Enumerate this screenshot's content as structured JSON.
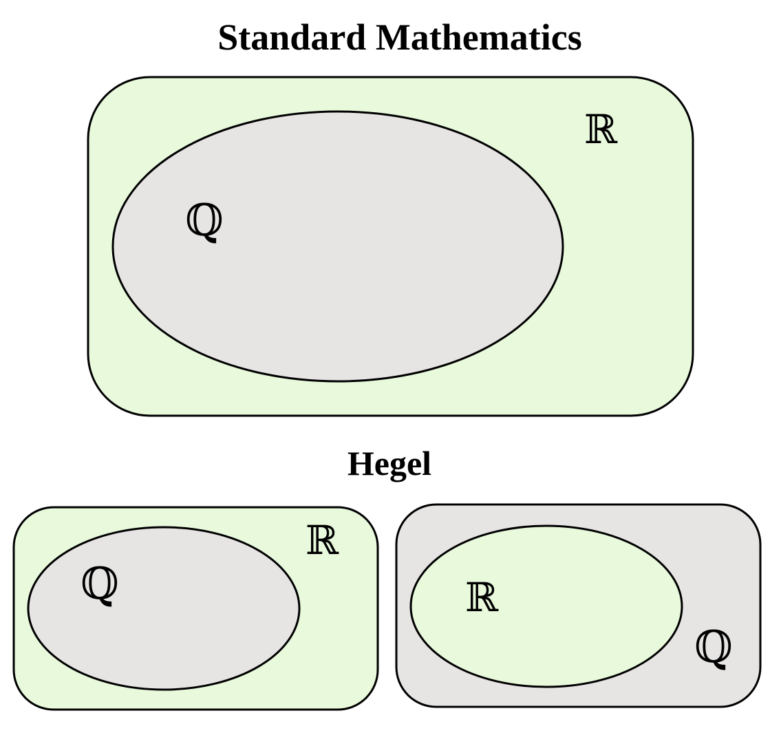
{
  "titles": {
    "standard": "Standard Mathematics",
    "hegel": "Hegel"
  },
  "diagrams": {
    "standard": {
      "outer_label": "ℝ",
      "inner_label": "ℚ"
    },
    "hegel_left": {
      "outer_label": "ℝ",
      "inner_label": "ℚ"
    },
    "hegel_right": {
      "outer_label": "ℚ",
      "inner_label": "ℝ"
    }
  },
  "colors": {
    "reals_fill": "#e8f9dc",
    "rationals_fill": "#e7e5e4",
    "stroke": "#000000"
  }
}
